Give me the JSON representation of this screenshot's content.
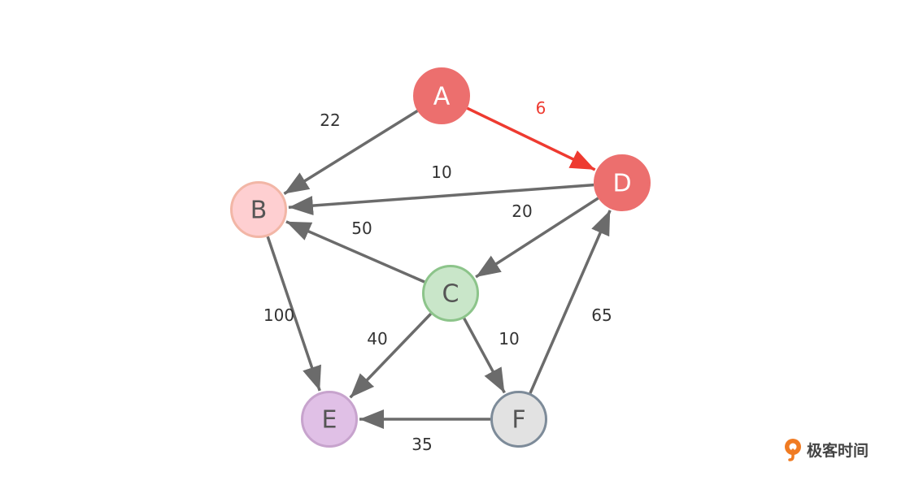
{
  "diagram": {
    "type": "weighted-directed-graph",
    "nodes": [
      {
        "id": "A",
        "label": "A",
        "fill": "#ec6f6e",
        "stroke": "#ec6f6e",
        "text_color": "#ffffff"
      },
      {
        "id": "B",
        "label": "B",
        "fill": "#fecfd1",
        "stroke": "#f2b6a6",
        "text_color": "#555555"
      },
      {
        "id": "C",
        "label": "C",
        "fill": "#c9e6c9",
        "stroke": "#8cc48a",
        "text_color": "#555555"
      },
      {
        "id": "D",
        "label": "D",
        "fill": "#ec6f6e",
        "stroke": "#ec6f6e",
        "text_color": "#ffffff"
      },
      {
        "id": "E",
        "label": "E",
        "fill": "#e0c0e6",
        "stroke": "#c7a3cd",
        "text_color": "#555555"
      },
      {
        "id": "F",
        "label": "F",
        "fill": "#e2e2e2",
        "stroke": "#7d8b99",
        "text_color": "#555555"
      }
    ],
    "edges": [
      {
        "from": "A",
        "to": "B",
        "weight": "22",
        "highlighted": false
      },
      {
        "from": "A",
        "to": "D",
        "weight": "6",
        "highlighted": true
      },
      {
        "from": "D",
        "to": "B",
        "weight": "10",
        "highlighted": false
      },
      {
        "from": "D",
        "to": "C",
        "weight": "20",
        "highlighted": false
      },
      {
        "from": "C",
        "to": "B",
        "weight": "50",
        "highlighted": false
      },
      {
        "from": "B",
        "to": "E",
        "weight": "100",
        "highlighted": false
      },
      {
        "from": "C",
        "to": "E",
        "weight": "40",
        "highlighted": false
      },
      {
        "from": "C",
        "to": "F",
        "weight": "10",
        "highlighted": false
      },
      {
        "from": "F",
        "to": "D",
        "weight": "65",
        "highlighted": false
      },
      {
        "from": "F",
        "to": "E",
        "weight": "35",
        "highlighted": false
      }
    ],
    "colors": {
      "edge": "#6b6b6b",
      "highlight_edge": "#ee3a30",
      "edge_label": "#333333",
      "highlight_label": "#ee3a30"
    }
  },
  "watermark": {
    "text": "极客时间",
    "icon": "geektime-logo-icon",
    "icon_color": "#f07b22"
  }
}
